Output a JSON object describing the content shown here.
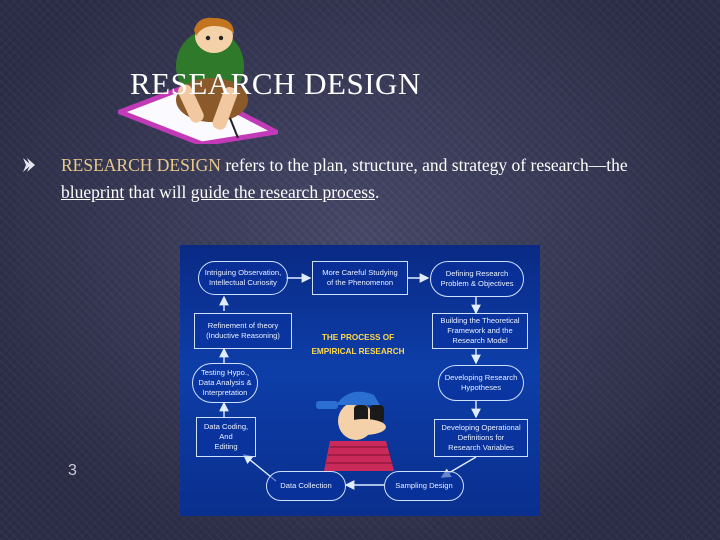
{
  "slide": {
    "title": "RESEARCH DESIGN",
    "page_number": "3",
    "colors": {
      "background": "#3a3c5e",
      "keyword": "#e8c98a",
      "text": "#ffffff",
      "diagram_bg": "#0d3ea8",
      "diagram_title": "#ffd84a"
    }
  },
  "bullet": {
    "icon": "arrow-bullet-icon",
    "keyword": "RESEARCH DESIGN",
    "text_1": " refers to the plan, structure, and strategy of research—the ",
    "underlined_1": "blueprint",
    "text_2": " that will ",
    "underlined_2": "guide the research process",
    "text_3": "."
  },
  "diagram": {
    "center_title": "THE PROCESS OF\nEMPIRICAL RESEARCH",
    "nodes": [
      {
        "id": "n1",
        "label": "Intriguing Observation,\nIntellectual Curiosity"
      },
      {
        "id": "n2",
        "label": "More Careful Studying\nof the Phenomenon"
      },
      {
        "id": "n3",
        "label": "Defining Research\nProblem & Objectives"
      },
      {
        "id": "n4",
        "label": "Building the Theoretical\nFramework and the\nResearch Model"
      },
      {
        "id": "n5",
        "label": "Developing Research\nHypotheses"
      },
      {
        "id": "n6",
        "label": "Developing Operational\nDefinitions for\nResearch Variables"
      },
      {
        "id": "n7",
        "label": "Sampling Design"
      },
      {
        "id": "n8",
        "label": "Data Collection"
      },
      {
        "id": "n9",
        "label": "Data Coding,\nAnd\nEditing"
      },
      {
        "id": "n10",
        "label": "Testing Hypo.,\nData Analysis &\nInterpretation"
      },
      {
        "id": "n11",
        "label": "Refinement of theory\n(Inductive Reasoning)"
      }
    ]
  }
}
